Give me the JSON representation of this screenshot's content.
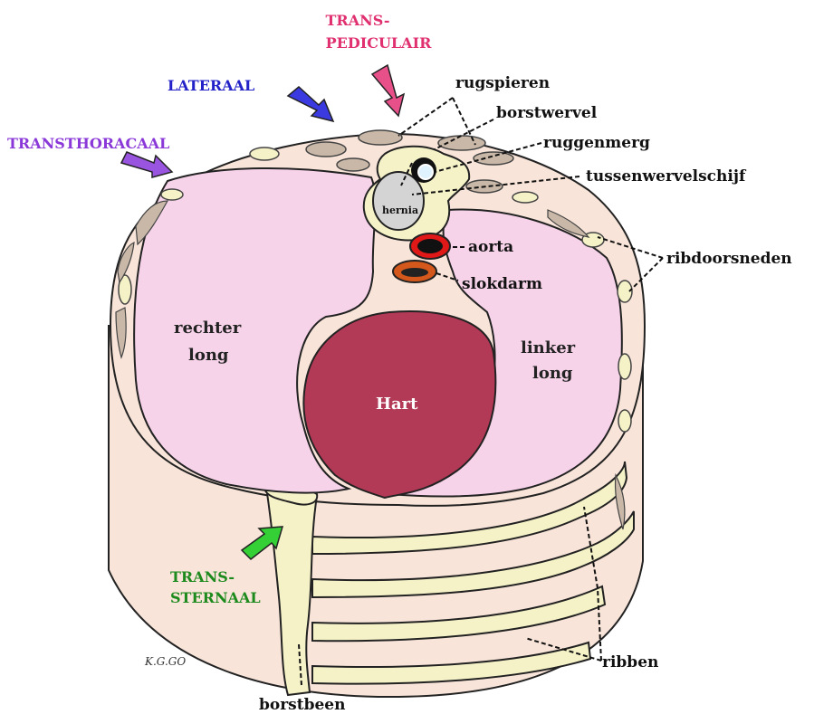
{
  "approaches": {
    "transpediculair_1": "TRANS-",
    "transpediculair_2": "PEDICULAIR",
    "lateraal": "LATERAAL",
    "transthoracaal": "TRANSTHORACAAL",
    "transsternaal_1": "TRANS-",
    "transsternaal_2": "STERNAAL"
  },
  "anatomy": {
    "rugspieren": "rugspieren",
    "borstwervel": "borstwervel",
    "ruggenmerg": "ruggenmerg",
    "tussenwervelschijf": "tussenwervelschijf",
    "aorta": "aorta",
    "slokdarm": "slokdarm",
    "ribdoorsneden": "ribdoorsneden",
    "ribben": "ribben",
    "borstbeen": "borstbeen",
    "hernia": "hernia",
    "rechter_long_1": "rechter",
    "rechter_long_2": "long",
    "linker_long_1": "linker",
    "linker_long_2": "long",
    "hart": "Hart"
  },
  "signature": "K.G.GO",
  "colors": {
    "transpediculair": "#e0306f",
    "lateraal": "#2222c8",
    "transthoracaal": "#8a38d8",
    "transsternaal": "#1d8a1d",
    "arrow_pink": "#e8508a",
    "arrow_blue": "#3a3ae0",
    "arrow_purple": "#9a55e0",
    "arrow_green": "#35d035",
    "lung": "#f7d3ea",
    "heart": "#b23a56",
    "body_wall": "#f8e4d8",
    "bone": "#f6f2c8",
    "muscle": "#c9b8a8",
    "aorta": "#e01818",
    "esophagus": "#d4581c"
  }
}
